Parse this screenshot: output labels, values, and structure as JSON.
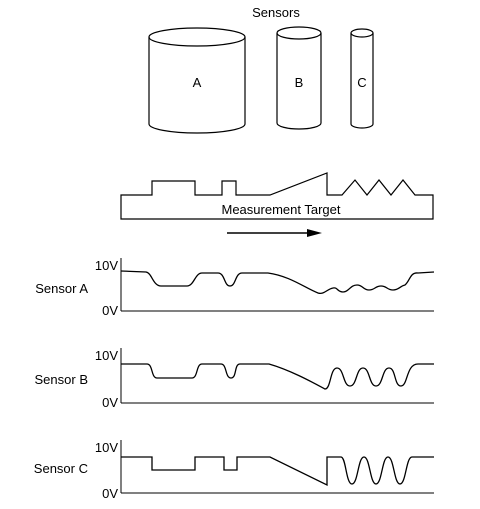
{
  "title": "Sensors",
  "sensors": [
    "A",
    "B",
    "C"
  ],
  "target_label": "Measurement Target",
  "graphs": [
    {
      "label": "Sensor A",
      "vmax": "10V",
      "vmin": "0V"
    },
    {
      "label": "Sensor B",
      "vmax": "10V",
      "vmin": "0V"
    },
    {
      "label": "Sensor C",
      "vmax": "10V",
      "vmin": "0V"
    }
  ]
}
